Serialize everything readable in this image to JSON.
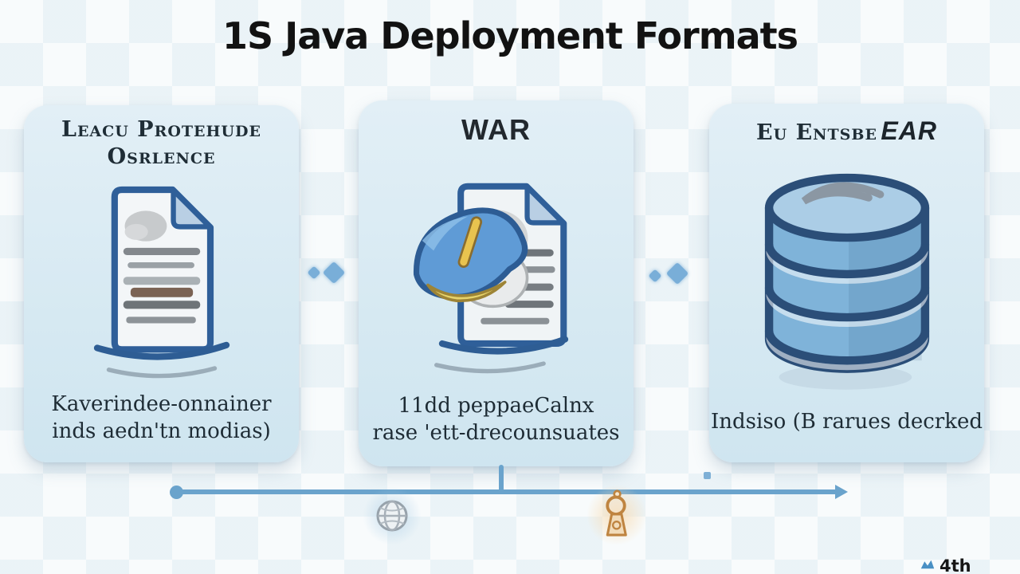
{
  "title": "1S Java Deployment Formats",
  "cards": [
    {
      "header_line1": "Leacu Protehude",
      "header_line2": "Osrlence",
      "icon": "document-icon",
      "desc_line1": "Kaverindee-onnainer",
      "desc_line2": "inds aedn'tn modias)"
    },
    {
      "header": "WAR",
      "icon": "document-hat-icon",
      "desc_line1": "11dd peppaeCalnx",
      "desc_line2": "rase 'ett-drecounsuates"
    },
    {
      "header_prefix": "Eu Entsbe",
      "header_acronym": "EAR",
      "icon": "database-stack-icon",
      "desc_line1": "Indsiso (B rarues decrked"
    }
  ],
  "connectors": {
    "diamond_icon": "diamond-icon",
    "flow_icons": [
      "globe-icon",
      "award-icon"
    ]
  },
  "watermark": {
    "logo_icon": "logo-icon",
    "text": "4th"
  },
  "colors": {
    "card_bg": "#dcebf3",
    "accent_blue": "#6aa3cc",
    "outline_blue": "#2e5d94",
    "hat_blue": "#5f9bd6",
    "db_fill": "#7fb3d9",
    "orange": "#c08440",
    "title_text": "#121212",
    "body_text": "#1e2c35"
  }
}
